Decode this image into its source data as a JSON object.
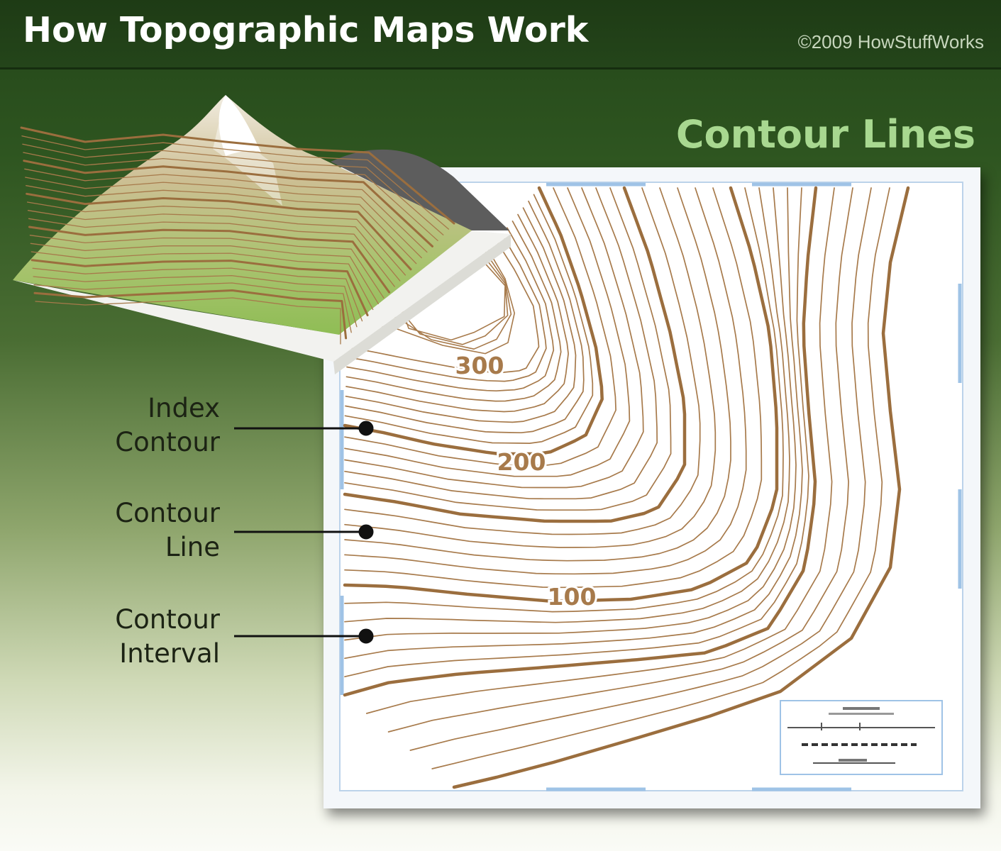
{
  "header": {
    "title": "How Topographic Maps Work",
    "copyright": "©2009 HowStuffWorks"
  },
  "section": {
    "title": "Contour Lines"
  },
  "labels": {
    "index_contour": [
      "Index",
      "Contour"
    ],
    "contour_line": [
      "Contour",
      "Line"
    ],
    "contour_interval": [
      "Contour",
      "Interval"
    ]
  },
  "elevations": {
    "e300": "300",
    "e200": "200",
    "e100": "100"
  },
  "colors": {
    "contour": "#a77a4b",
    "index_contour": "#9b6e3e",
    "header_bg": "#24451a",
    "section_title": "#a8d890",
    "map_border": "#bcd3ea"
  }
}
